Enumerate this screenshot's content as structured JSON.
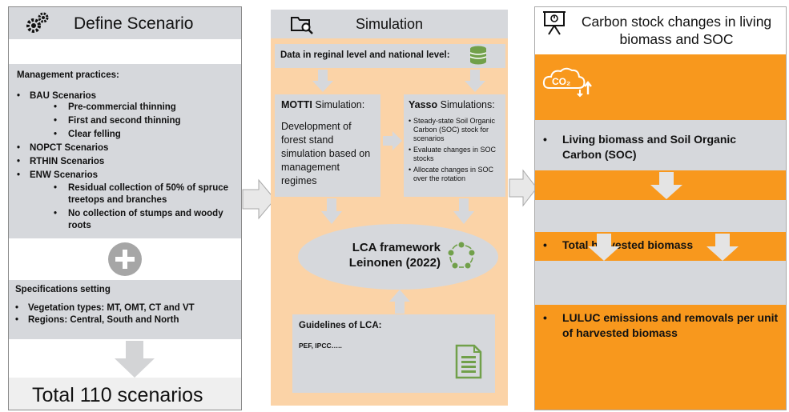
{
  "panel1": {
    "title": "Define Scenario",
    "mgmt_heading": "Management practices:",
    "bau": "BAU Scenarios",
    "bau_sub": [
      "Pre-commercial thinning",
      "First and second thinning",
      "Clear felling"
    ],
    "nopct": "NOPCT Scenarios",
    "rthin": "RTHIN Scenarios",
    "enw": "ENW Scenarios",
    "enw_sub": [
      "Residual collection of 50% of spruce treetops and branches",
      "No collection of stumps and woody roots"
    ],
    "spec_heading": "Specifications setting",
    "spec_items": [
      "Vegetation types: MT, OMT, CT and VT",
      "Regions: Central, South and North"
    ],
    "total": "Total 110 scenarios"
  },
  "panel2": {
    "title": "Simulation",
    "data_level": "Data in reginal level and national level:",
    "motti_bold": "MOTTI",
    "motti_rest": " Simulation:",
    "motti_body": "Development of forest stand simulation based on management regimes",
    "yasso_bold": "Yasso",
    "yasso_rest": " Simulations:",
    "yasso_items": [
      "Steady-state Soil Organic Carbon (SOC) stock for scenarios",
      "Evaluate changes in SOC stocks",
      "Allocate changes in SOC over the rotation"
    ],
    "lca_line1": "LCA framework",
    "lca_line2": "Leinonen (2022)",
    "guidelines_heading": "Guidelines of LCA:",
    "guidelines_body": "PEF, IPCC….."
  },
  "panel3": {
    "title": "Carbon stock changes in living biomass and SOC",
    "co2": "CO₂",
    "item1": "Living biomass and Soil Organic Carbon (SOC)",
    "item2": "Total harvested biomass",
    "item3": "LULUC emissions and removals per unit of harvested biomass"
  },
  "colors": {
    "orange": "#f8981d",
    "peach": "#fbd3a7",
    "gray": "#d6d8dc",
    "green": "#71a04a"
  },
  "icons": [
    "gears-icon",
    "folder-search-icon",
    "presentation-icon",
    "database-icon",
    "cycle-icon",
    "document-icon",
    "co2-cloud-icon",
    "plus-icon"
  ]
}
